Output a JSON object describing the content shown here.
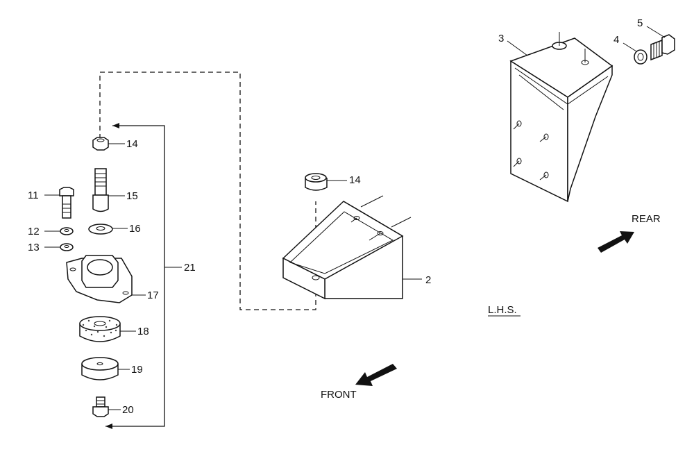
{
  "callouts": {
    "c2": "2",
    "c3": "3",
    "c4": "4",
    "c5": "5",
    "c11": "11",
    "c12": "12",
    "c13": "13",
    "c14a": "14",
    "c14b": "14",
    "c15": "15",
    "c16": "16",
    "c17": "17",
    "c18": "18",
    "c19": "19",
    "c20": "20",
    "c21": "21"
  },
  "annotations": {
    "front": "FRONT",
    "rear": "REAR",
    "side": "L.H.S."
  }
}
